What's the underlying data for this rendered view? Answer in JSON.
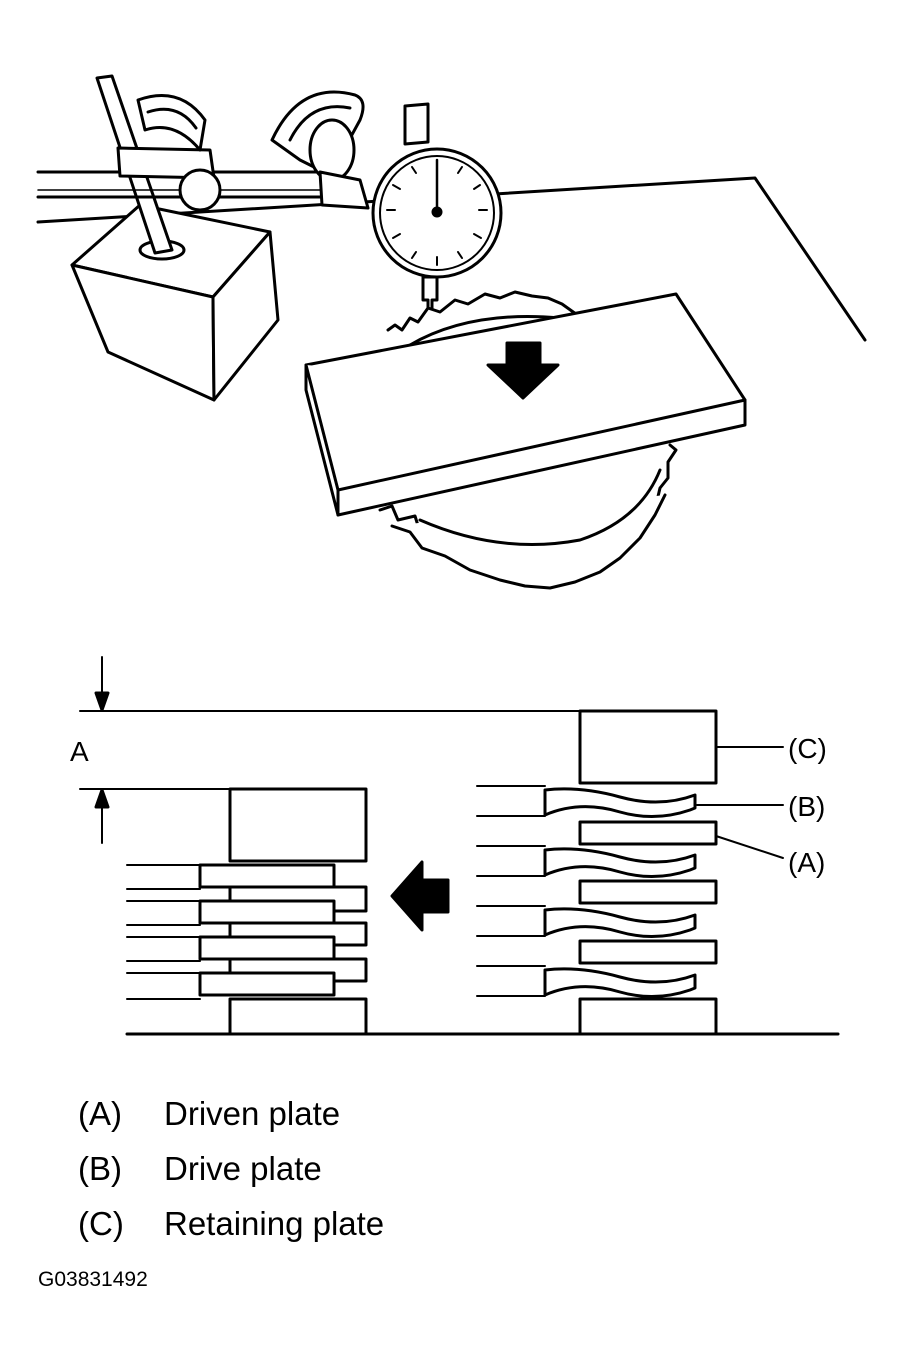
{
  "dimension_label": "A",
  "callouts": {
    "c": "(C)",
    "b": "(B)",
    "a": "(A)"
  },
  "legend": [
    {
      "key": "(A)",
      "desc": "Driven plate"
    },
    {
      "key": "(B)",
      "desc": "Drive plate"
    },
    {
      "key": "(C)",
      "desc": "Retaining plate"
    }
  ],
  "figure_id": "G03831492",
  "colors": {
    "ink": "#000000",
    "paper": "#ffffff"
  }
}
